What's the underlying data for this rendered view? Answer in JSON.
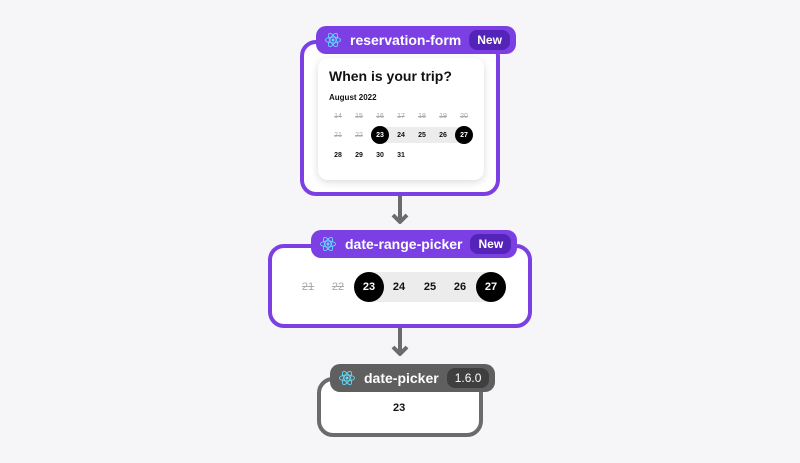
{
  "nodes": {
    "reservation_form": {
      "name": "reservation-form",
      "badge": "New"
    },
    "date_range_picker": {
      "name": "date-range-picker",
      "badge": "New"
    },
    "date_picker": {
      "name": "date-picker",
      "version": "1.6.0"
    }
  },
  "calendar": {
    "title": "When is your trip?",
    "month": "August 2022",
    "rows": [
      [
        "14",
        "15",
        "16",
        "17",
        "18",
        "19",
        "20"
      ],
      [
        "21",
        "22",
        "23",
        "24",
        "25",
        "26",
        "27"
      ],
      [
        "28",
        "29",
        "30",
        "31"
      ]
    ]
  },
  "range_picker": {
    "days": [
      "21",
      "22",
      "23",
      "24",
      "25",
      "26",
      "27"
    ]
  },
  "date_picker_value": "23",
  "colors": {
    "accent": "#7b3fe4",
    "accent_dark": "#5424b8",
    "gray": "#6b6b6b",
    "selected": "#000000",
    "range": "#ececec"
  },
  "icons": {
    "component": "react-icon",
    "connector": "arrow-down-icon"
  }
}
